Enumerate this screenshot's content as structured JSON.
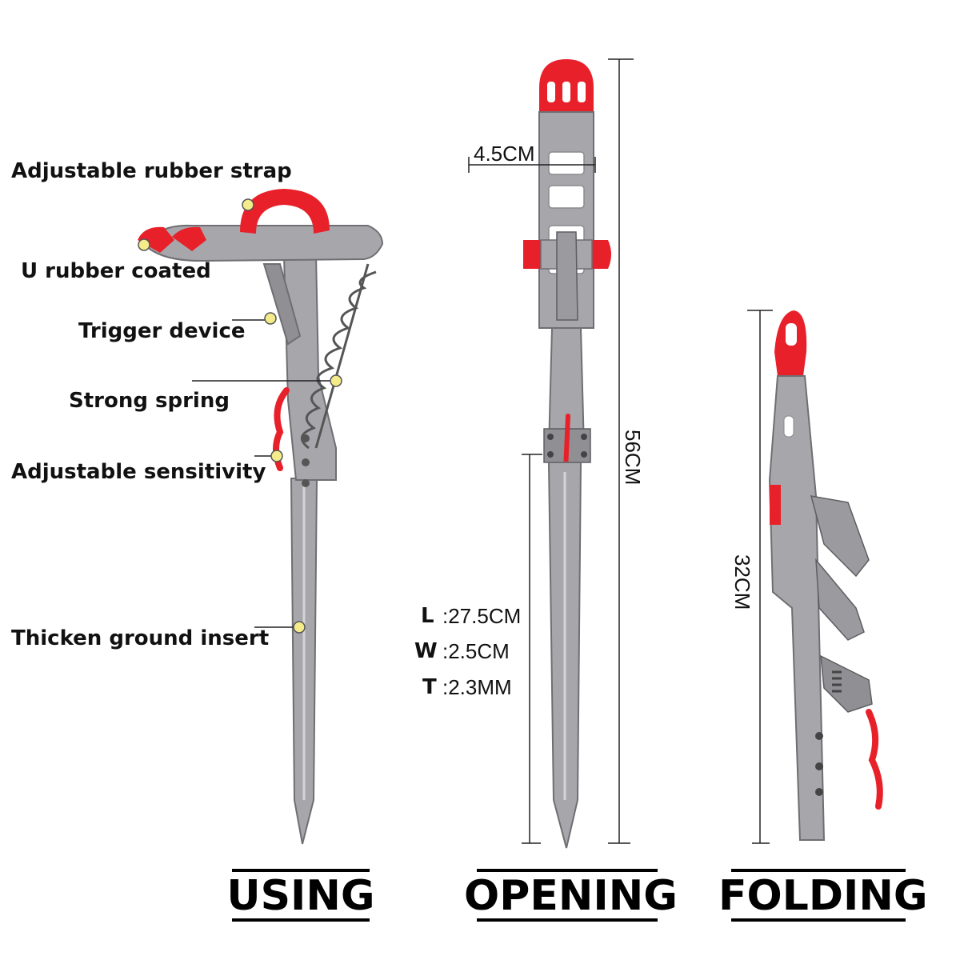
{
  "colors": {
    "accent_red": "#e8202a",
    "steel": "#a7a7ab",
    "steel_dark": "#6e6e73",
    "marker_yellow": "#f4ec8a"
  },
  "callouts": [
    {
      "label": "Adjustable rubber strap"
    },
    {
      "label": "U rubber coated"
    },
    {
      "label": "Trigger device"
    },
    {
      "label": "Strong spring"
    },
    {
      "label": "Adjustable sensitivity"
    },
    {
      "label": "Thicken ground insert"
    }
  ],
  "dimensions": {
    "tube_width": "4.5CM",
    "total_length": "56CM",
    "folded_length": "32CM",
    "stake": {
      "length_key": "L",
      "length_value": ":27.5CM",
      "width_key": "W",
      "width_value": ":2.5CM",
      "thickness_key": "T",
      "thickness_value": ":2.3MM"
    }
  },
  "captions": {
    "using": "USING",
    "opening": "OPENING",
    "folding": "FOLDING"
  }
}
